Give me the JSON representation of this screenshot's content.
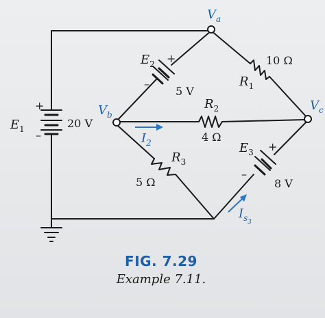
{
  "circuit": {
    "nodes": {
      "va": "V",
      "va_sub": "a",
      "vb": "V",
      "vb_sub": "b",
      "vc": "V",
      "vc_sub": "c"
    },
    "sources": {
      "e1_name": "E",
      "e1_sub": "1",
      "e1_value": "20 V",
      "e1_plus": "+",
      "e1_minus": "–",
      "e2_name": "E",
      "e2_sub": "2",
      "e2_value": "5 V",
      "e2_plus": "+",
      "e2_minus": "–",
      "e3_name": "E",
      "e3_sub": "3",
      "e3_value": "8 V",
      "e3_plus": "+",
      "e3_minus": "–"
    },
    "resistors": {
      "r1_name": "R",
      "r1_sub": "1",
      "r1_value": "10 Ω",
      "r2_name": "R",
      "r2_sub": "2",
      "r2_value": "4 Ω",
      "r3_name": "R",
      "r3_sub": "3",
      "r3_value": "5 Ω"
    },
    "currents": {
      "i2_name": "I",
      "i2_sub": "2",
      "is3_name": "I",
      "is3_sub": "s",
      "is3_subsub": "3"
    }
  },
  "figure": {
    "title": "FIG. 7.29",
    "subtitle": "Example 7.11."
  }
}
